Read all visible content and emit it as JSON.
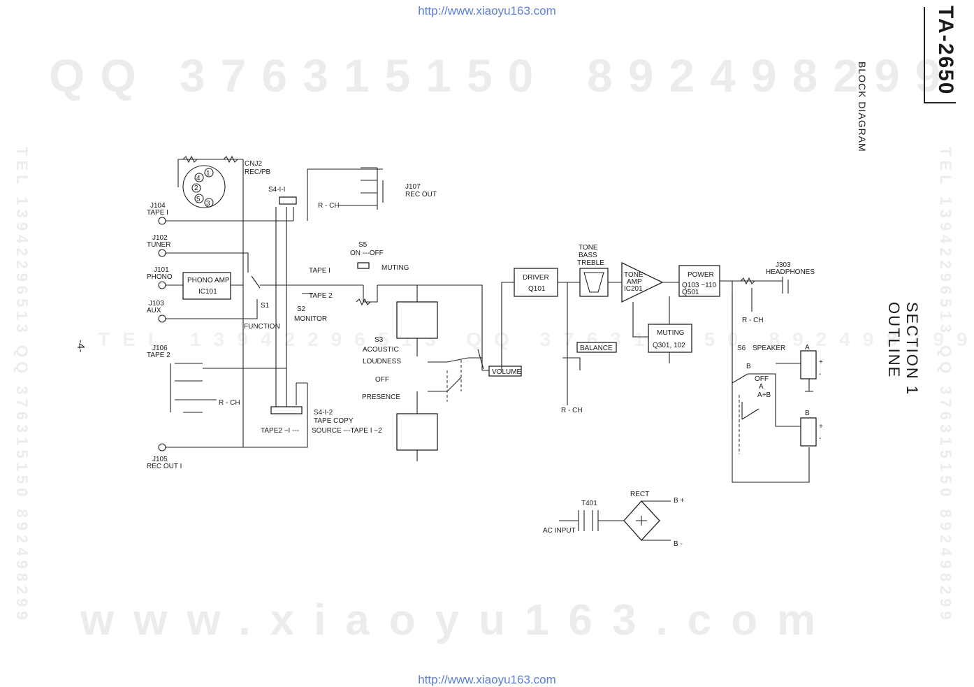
{
  "header": {
    "url": "http://www.xiaoyu163.com"
  },
  "footer": {
    "url": "http://www.xiaoyu163.com"
  },
  "watermarks": {
    "qq": "QQ 376315150",
    "number": "892498299",
    "website": "www.xiaoyu163.com",
    "tel_left": "TEL 13942296513 QQ 376315150 892498299",
    "tel_right": "TEL 13942296513 QQ 376315150 892498299",
    "middle": "TEL 13942296513 QQ 376315150 892498299"
  },
  "page": {
    "model": "TA-2650",
    "subtitle": "BLOCK DIAGRAM",
    "section": "SECTION 1",
    "section_title": "OUTLINE",
    "page_number": "-4-"
  },
  "diagram": {
    "jacks": {
      "j104": "J104",
      "j104_name": "TAPE I",
      "j102": "J102",
      "j102_name": "TUNER",
      "j101": "J101",
      "j101_name": "PHONO",
      "j103": "J103",
      "j103_name": "AUX",
      "j106": "J106",
      "j106_name": "TAPE 2",
      "j105": "J105",
      "j105_name": "REC OUT I",
      "j107": "J107",
      "j107_name": "REC OUT",
      "j303": "J303",
      "j303_name": "HEADPHONES"
    },
    "connector": {
      "name": "CNJ2",
      "func": "REC/PB",
      "pins": [
        "1",
        "2",
        "3",
        "4",
        "5"
      ]
    },
    "blocks": {
      "phono_amp": "PHONO AMP",
      "phono_amp_ic": "IC101",
      "driver": "DRIVER",
      "driver_ref": "Q101",
      "tone_amp": "TONE",
      "tone_amp2": "AMP",
      "tone_amp_ic": "IC201",
      "power": "POWER",
      "power_ref1": "Q103 ~110",
      "power_ref2": "Q501",
      "muting": "MUTING",
      "muting_ref": "Q301, 102",
      "tone_label1": "TONE",
      "tone_label2": "BASS",
      "tone_label3": "TREBLE"
    },
    "switches": {
      "s1": "S1",
      "s1_name": "FUNCTION",
      "s2": "S2",
      "s2_name": "MONITOR",
      "s2_tape1": "TAPE I",
      "s2_tape2": "TAPE 2",
      "s3": "S3",
      "s3_l1": "ACOUSTIC",
      "s3_l2": "LOUDNESS",
      "s3_off": "OFF",
      "s3_presence": "PRESENCE",
      "s411": "S4-I-I",
      "s412": "S4-I-2",
      "s412_name": "TAPE COPY",
      "s412_left": "TAPE2 ~I ---",
      "s412_right": "SOURCE ---TAPE I ~2",
      "s5": "S5",
      "s5_on": "ON ---OFF",
      "s5_name": "MUTING",
      "s6": "S6",
      "s6_name": "SPEAKER",
      "s6_b": "B",
      "s6_off": "OFF",
      "s6_a": "A",
      "s6_ab": "A+B"
    },
    "controls": {
      "volume": "VOLUME",
      "balance": "BALANCE"
    },
    "speakers": {
      "a": "A",
      "b": "B",
      "plus": "+",
      "minus": "-"
    },
    "rch": "R - CH",
    "power_supply": {
      "transformer": "T401",
      "ac_input": "AC INPUT",
      "rect": "RECT",
      "bplus": "B +",
      "bminus": "B -"
    }
  }
}
